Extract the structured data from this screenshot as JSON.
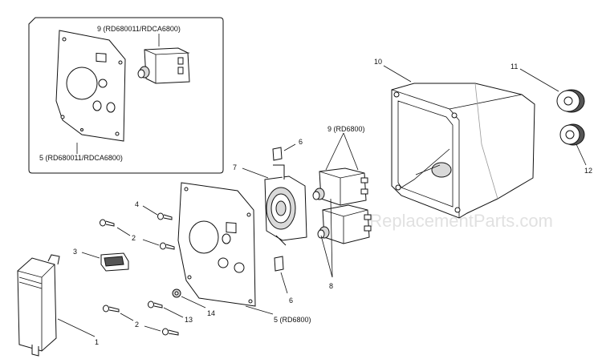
{
  "watermark": "eReplacementParts.com",
  "callouts": {
    "inset_relay": "9 (RD680011/RDCA6800)",
    "inset_plate": "5 (RD680011/RDCA6800)",
    "p10": "10",
    "p11": "11",
    "p12": "12",
    "p6a": "6",
    "p9": "9 (RD6800)",
    "p7": "7",
    "p4": "4",
    "p2a": "2",
    "p3": "3",
    "p8": "8",
    "p6b": "6",
    "p14": "14",
    "p13": "13",
    "p2b": "2",
    "p1": "1",
    "p5": "5 (RD6800)"
  }
}
